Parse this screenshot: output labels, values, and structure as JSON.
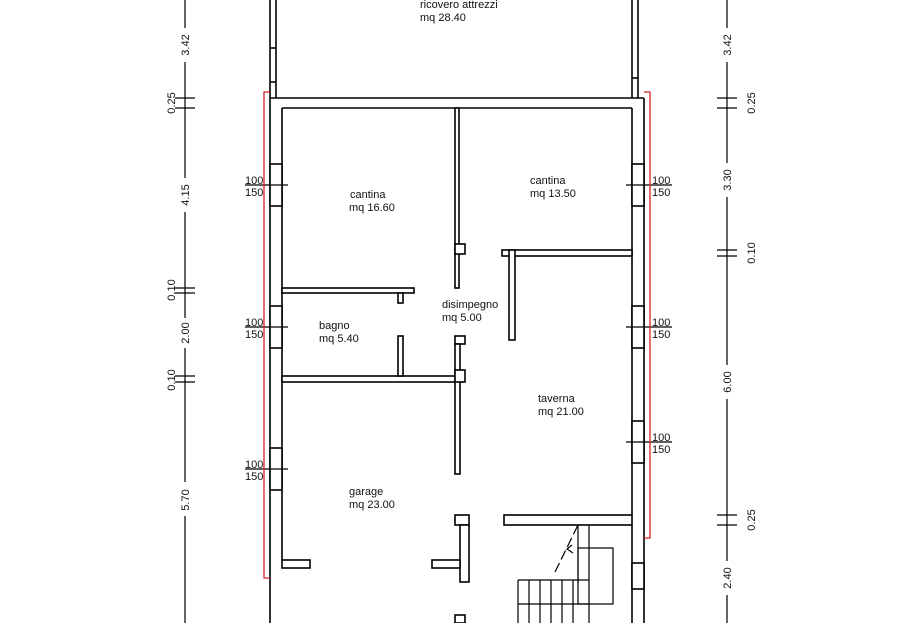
{
  "plan": {
    "rooms": [
      {
        "name": "ricovero attrezzi",
        "area": "mq 28.40"
      },
      {
        "name": "cantina",
        "area": "mq 16.60"
      },
      {
        "name": "cantina",
        "area": "mq 13.50"
      },
      {
        "name": "disimpegno",
        "area": "mq 5.00"
      },
      {
        "name": "bagno",
        "area": "mq 5.40"
      },
      {
        "name": "taverna",
        "area": "mq 21.00"
      },
      {
        "name": "garage",
        "area": "mq 23.00"
      }
    ],
    "left_dimensions": [
      "3.42",
      "0.25",
      "4.15",
      "0.10",
      "2.00",
      "0.10",
      "5.70"
    ],
    "right_dimensions": [
      "3.42",
      "0.25",
      "3.30",
      "0.10",
      "6.00",
      "0.25",
      "2.40"
    ],
    "windows_left": [
      {
        "width": "100",
        "height": "150"
      },
      {
        "width": "100",
        "height": "150"
      },
      {
        "width": "100",
        "height": "150"
      }
    ],
    "windows_right": [
      {
        "width": "100",
        "height": "150"
      },
      {
        "width": "100",
        "height": "150"
      },
      {
        "width": "100",
        "height": "150"
      }
    ],
    "colors": {
      "wall": "#000000",
      "highlight": "#d2232a",
      "background": "#ffffff"
    }
  }
}
